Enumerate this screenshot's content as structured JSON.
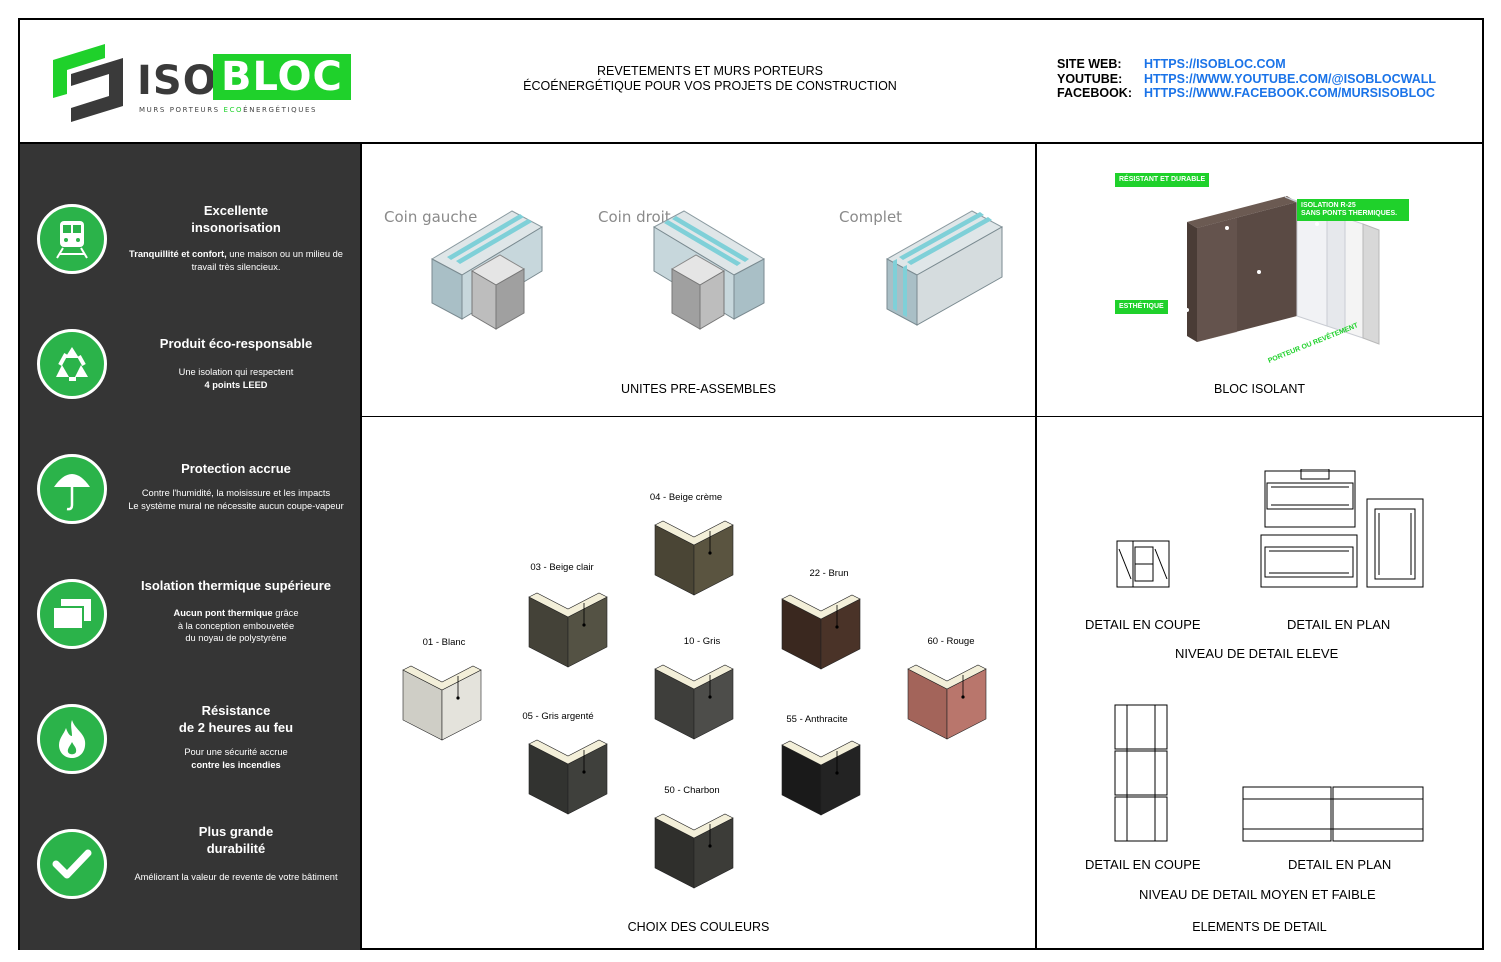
{
  "header": {
    "logo": {
      "iso": "ISO",
      "bloc": "BLOC",
      "tagline_pre": "MURS PORTEURS ",
      "tagline_eco": "ECO",
      "tagline_post": "ÉNERGÉTIQUES"
    },
    "title_line1": "REVETEMENTS ET MURS PORTEURS",
    "title_line2": "ÉCOÉNERGÉTIQUE POUR VOS PROJETS DE CONSTRUCTION",
    "contacts": [
      {
        "label": "SITE WEB:",
        "value": "HTTPS://ISOBLOC.COM"
      },
      {
        "label": "YOUTUBE:",
        "value": "HTTPS://WWW.YOUTUBE.COM/@ISOBLOCWALL"
      },
      {
        "label": "FACEBOOK:",
        "value": "HTTPS://WWW.FACEBOOK.COM/MURSISOBLOC"
      }
    ]
  },
  "features": [
    {
      "icon": "train-icon",
      "title_1": "Excellente",
      "title_2": "insonorisation",
      "desc_bold": "Tranquillité et confort,",
      "desc_1": " une maison ou un milieu de",
      "desc_2": "travail très silencieux."
    },
    {
      "icon": "recycle-icon",
      "title_1": "Produit éco-responsable",
      "title_2": "",
      "desc_1": "Une isolation qui respectent",
      "desc_bold_2": "4 points LEED"
    },
    {
      "icon": "umbrella-icon",
      "title_1": "Protection accrue",
      "title_2": "",
      "desc_1": "Contre l'humidité, la moisissure et les impacts",
      "desc_2": "Le système mural ne nécessite aucun coupe-vapeur"
    },
    {
      "icon": "panels-icon",
      "title_1": "Isolation thermique supérieure",
      "title_2": "",
      "desc_bold": "Aucun pont thermique",
      "desc_1": " grâce",
      "desc_2": "à la conception embouvetée",
      "desc_3": "du noyau de polystyrène"
    },
    {
      "icon": "fire-icon",
      "title_1": "Résistance",
      "title_2": "de 2 heures au feu",
      "desc_1": "Pour une sécurité accrue",
      "desc_bold_2": "contre les incendies"
    },
    {
      "icon": "check-icon",
      "title_1": "Plus grande",
      "title_2": "durabilité",
      "desc_1": "Améliorant la valeur de revente de votre bâtiment"
    }
  ],
  "units": {
    "items": [
      "Coin gauche",
      "Coin droit",
      "Complet"
    ],
    "caption": "UNITES PRE-ASSEMBLES"
  },
  "bloc": {
    "tags": [
      "RÉSISTANT ET DURABLE",
      "ISOLATION R-25",
      "SANS PONTS THERMIQUES.",
      "ESTHÉTIQUE"
    ],
    "diag_label": "PORTEUR OU REVÊTEMENT",
    "caption": "BLOC ISOLANT"
  },
  "colors": {
    "caption": "CHOIX DES COULEURS",
    "swatches": [
      {
        "label": "04 - Beige crème",
        "face": "#5a5440",
        "side": "#4a4535"
      },
      {
        "label": "03 - Beige clair",
        "face": "#545244",
        "side": "#444238"
      },
      {
        "label": "22 - Brun",
        "face": "#4a3328",
        "side": "#3a281f"
      },
      {
        "label": "01 - Blanc",
        "face": "#e4e3dc",
        "side": "#cfcec6"
      },
      {
        "label": "10 - Gris",
        "face": "#4d4d4a",
        "side": "#3e3e3b"
      },
      {
        "label": "60 - Rouge",
        "face": "#b9766c",
        "side": "#a3645a"
      },
      {
        "label": "05 - Gris argenté",
        "face": "#3f403c",
        "side": "#323330"
      },
      {
        "label": "55 - Anthracite",
        "face": "#232323",
        "side": "#1a1a1a"
      },
      {
        "label": "50 - Charbon",
        "face": "#3c3c38",
        "side": "#2f2f2c"
      }
    ]
  },
  "details": {
    "high_coupe": "DETAIL EN COUPE",
    "high_plan": "DETAIL EN PLAN",
    "high_level": "NIVEAU DE DETAIL ELEVE",
    "low_coupe": "DETAIL EN COUPE",
    "low_plan": "DETAIL EN PLAN",
    "low_level": "NIVEAU DE DETAIL MOYEN ET FAIBLE",
    "caption": "ELEMENTS DE DETAIL"
  }
}
